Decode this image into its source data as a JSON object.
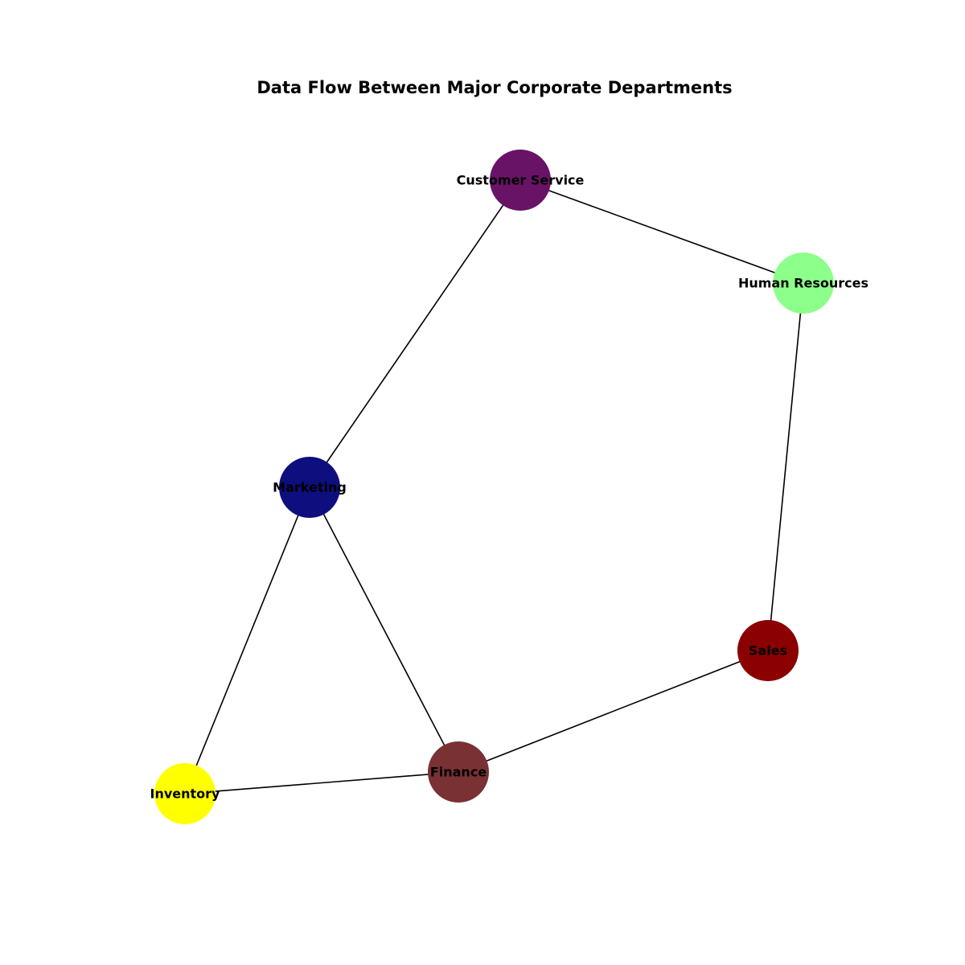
{
  "title": "Data Flow Between Major Corporate Departments",
  "nodes": [
    {
      "id": "customer_service",
      "label": "Customer Service",
      "color": "#681366"
    },
    {
      "id": "human_resources",
      "label": "Human Resources",
      "color": "#8dff8b"
    },
    {
      "id": "marketing",
      "label": "Marketing",
      "color": "#0e0e7f"
    },
    {
      "id": "sales",
      "label": "Sales",
      "color": "#8b0000"
    },
    {
      "id": "finance",
      "label": "Finance",
      "color": "#7a3133"
    },
    {
      "id": "inventory",
      "label": "Inventory",
      "color": "#ffff00"
    }
  ],
  "edges": [
    {
      "source": "customer_service",
      "target": "human_resources"
    },
    {
      "source": "customer_service",
      "target": "marketing"
    },
    {
      "source": "human_resources",
      "target": "sales"
    },
    {
      "source": "marketing",
      "target": "finance"
    },
    {
      "source": "marketing",
      "target": "inventory"
    },
    {
      "source": "sales",
      "target": "finance"
    },
    {
      "source": "finance",
      "target": "inventory"
    }
  ]
}
